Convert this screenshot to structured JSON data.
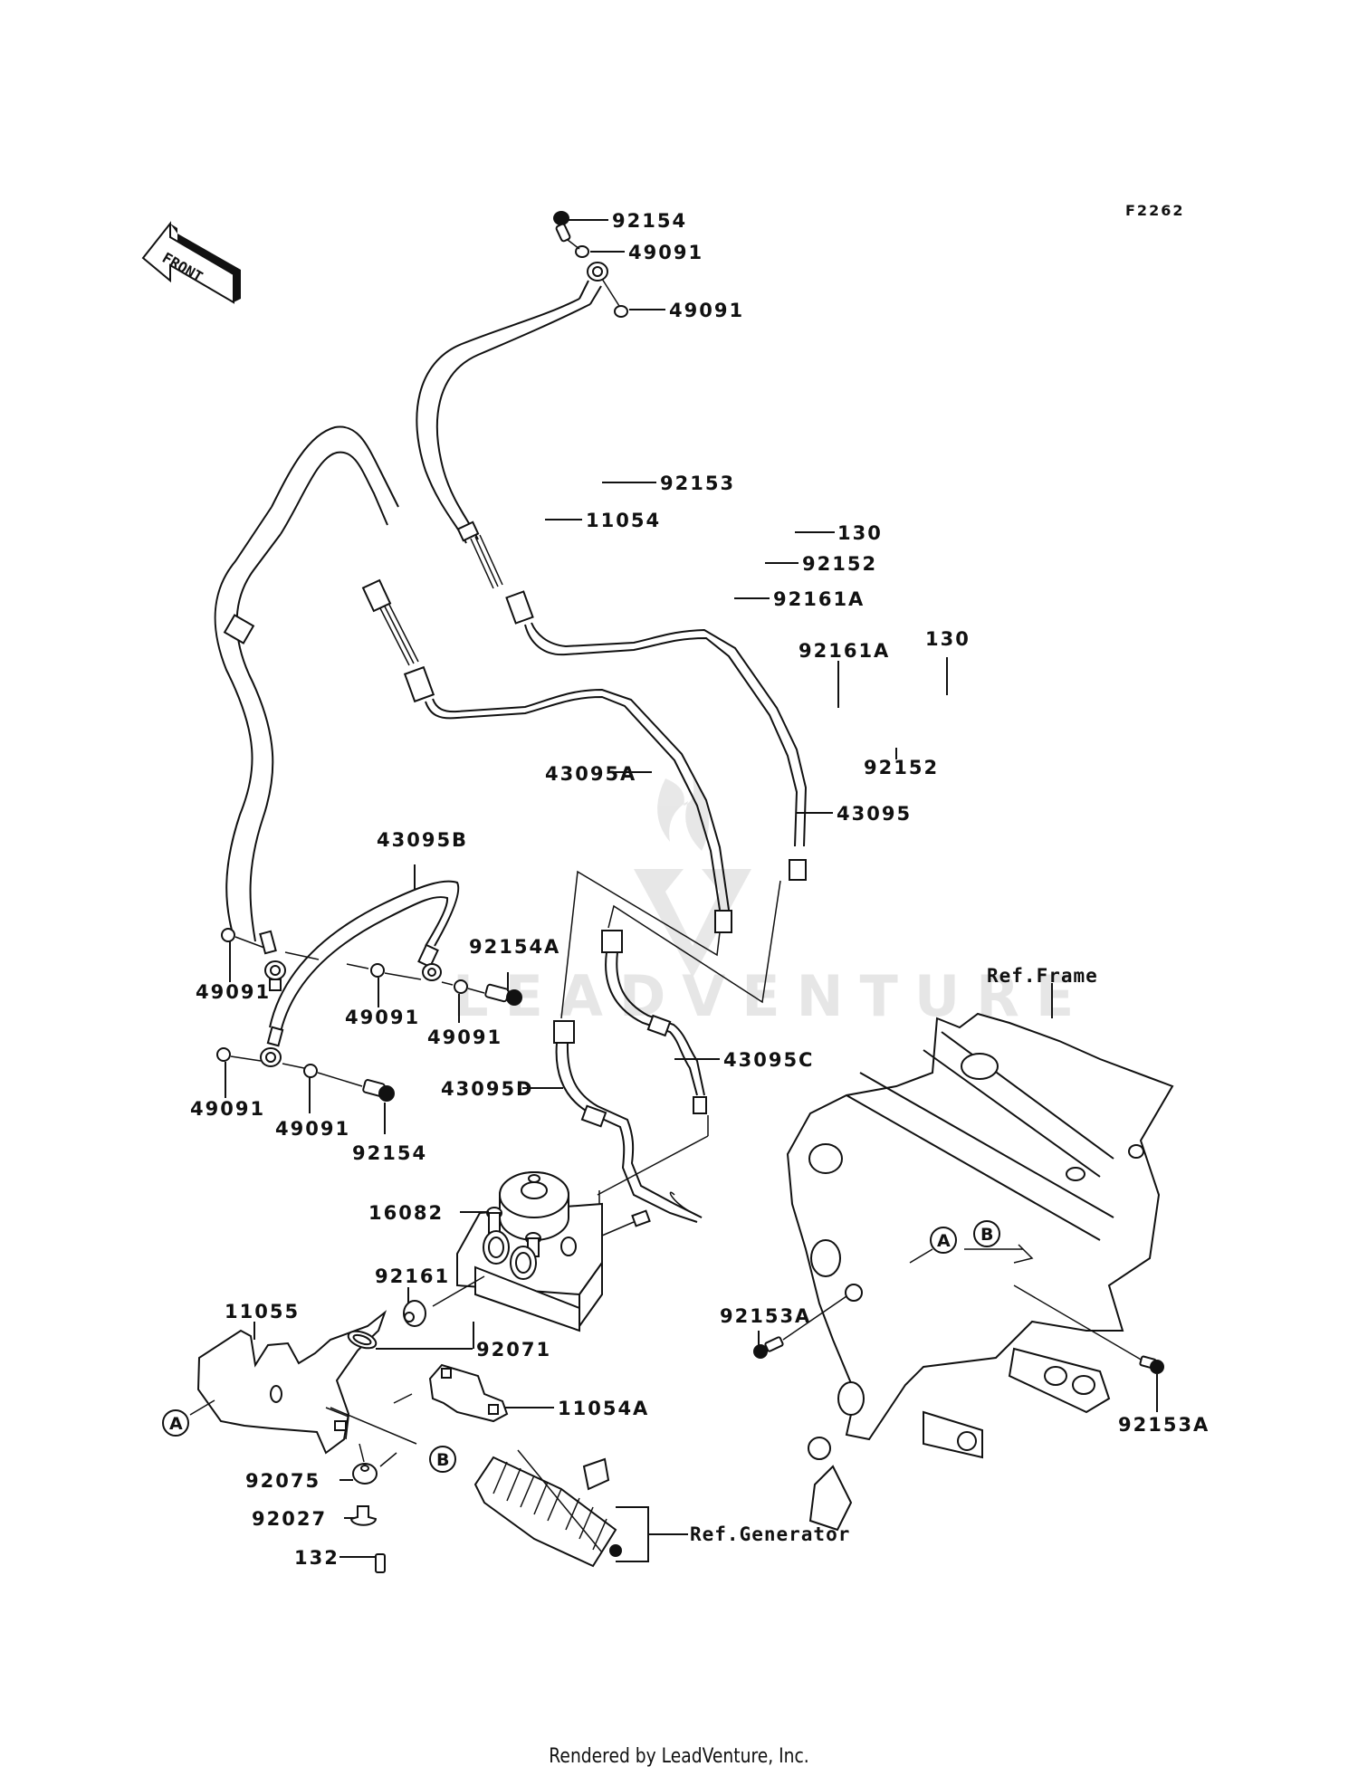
{
  "diagram": {
    "figure_code": "F2262",
    "front_arrow_label": "FRONT",
    "watermark": "LEADVENTURE",
    "footer": "Rendered by LeadVenture, Inc.",
    "callouts": {
      "c92154_top": "92154",
      "c49091_top1": "49091",
      "c49091_top2": "49091",
      "c92153": "92153",
      "c11054": "11054",
      "c130_a": "130",
      "c92152_a": "92152",
      "c92161A_a": "92161A",
      "c92161A_b": "92161A",
      "c130_b": "130",
      "c92152_b": "92152",
      "c43095A": "43095A",
      "c43095": "43095",
      "c43095B": "43095B",
      "c92154A": "92154A",
      "c49091_l1": "49091",
      "c49091_l2": "49091",
      "c49091_l3": "49091",
      "c49091_l4": "49091",
      "c49091_l5": "49091",
      "c92154_low": "92154",
      "c43095D": "43095D",
      "c43095C": "43095C",
      "c16082": "16082",
      "c92161": "92161",
      "c11055": "11055",
      "c92071": "92071",
      "c11054A": "11054A",
      "c92075": "92075",
      "c92027": "92027",
      "c132": "132",
      "c92153A_l": "92153A",
      "c92153A_r": "92153A"
    },
    "references": {
      "frame": "Ref.Frame",
      "generator": "Ref.Generator"
    },
    "markers": {
      "A": "A",
      "B": "B"
    }
  }
}
